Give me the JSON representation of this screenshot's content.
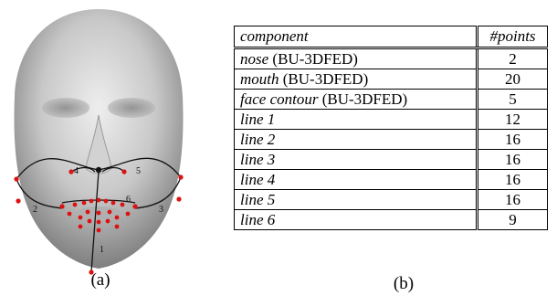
{
  "figure_a": {
    "caption": "(a)",
    "line_labels": [
      "1",
      "2",
      "3",
      "4",
      "5",
      "6"
    ]
  },
  "figure_b": {
    "caption": "(b)",
    "headers": {
      "component": "component",
      "points": "#points"
    },
    "rows": [
      {
        "name": "nose",
        "suffix": " (BU-3DFED)",
        "points": "2"
      },
      {
        "name": "mouth",
        "suffix": " (BU-3DFED)",
        "points": "20"
      },
      {
        "name": "face contour",
        "suffix": " (BU-3DFED)",
        "points": "5"
      },
      {
        "name": "line 1",
        "suffix": "",
        "points": "12"
      },
      {
        "name": "line 2",
        "suffix": "",
        "points": "16"
      },
      {
        "name": "line 3",
        "suffix": "",
        "points": "16"
      },
      {
        "name": "line 4",
        "suffix": "",
        "points": "16"
      },
      {
        "name": "line 5",
        "suffix": "",
        "points": "16"
      },
      {
        "name": "line 6",
        "suffix": "",
        "points": "9"
      }
    ]
  },
  "colors": {
    "landmark": "#dd1111",
    "line": "#111111",
    "face_light": "#e4e4e4",
    "face_dark": "#7a7a7a"
  }
}
